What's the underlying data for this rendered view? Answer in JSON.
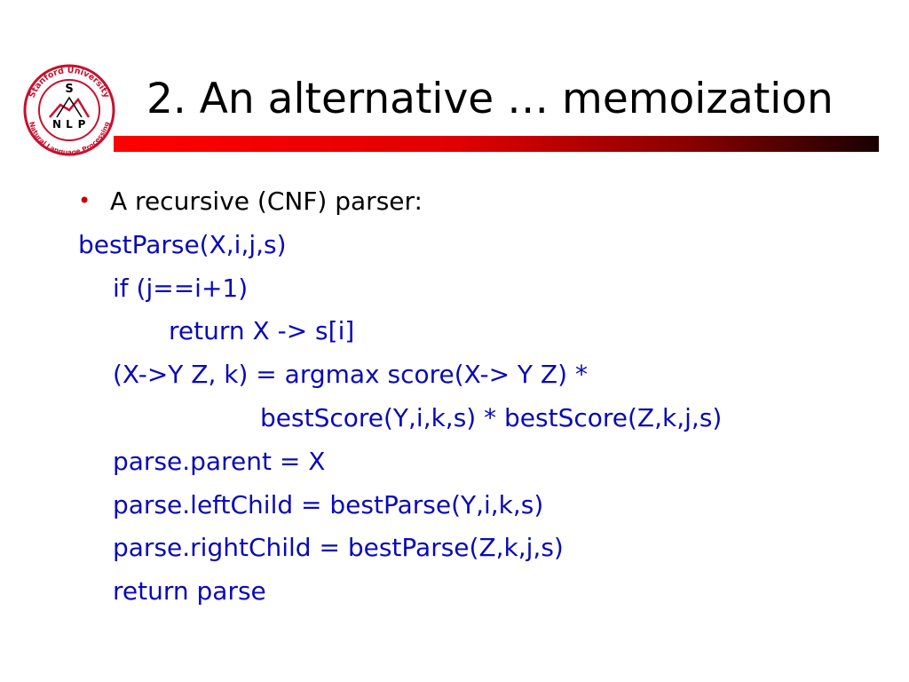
{
  "logo": {
    "arc_text": "Stanford University",
    "bottom_text": "Natural Language Processing",
    "letter_top": "S",
    "letters": [
      "N",
      "L",
      "P"
    ]
  },
  "slide": {
    "title": "2. An alternative … memoization",
    "bullet": "A recursive (CNF) parser:",
    "code": [
      "bestParse(X,i,j,s)",
      "if (j==i+1)",
      "return X -> s[i]",
      "(X->Y Z, k) = argmax score(X-> Y Z) *",
      "bestScore(Y,i,k,s) * bestScore(Z,k,j,s)",
      "parse.parent = X",
      "parse.leftChild = bestParse(Y,i,k,s)",
      "parse.rightChild = bestParse(Z,k,j,s)",
      "return parse"
    ]
  },
  "colors": {
    "title": "#000000",
    "code": "#0a0ab8",
    "bullet_dot": "#cc0000",
    "rule_start": "#ff0000",
    "rule_end": "#1a0000",
    "logo_red": "#c8102e"
  }
}
